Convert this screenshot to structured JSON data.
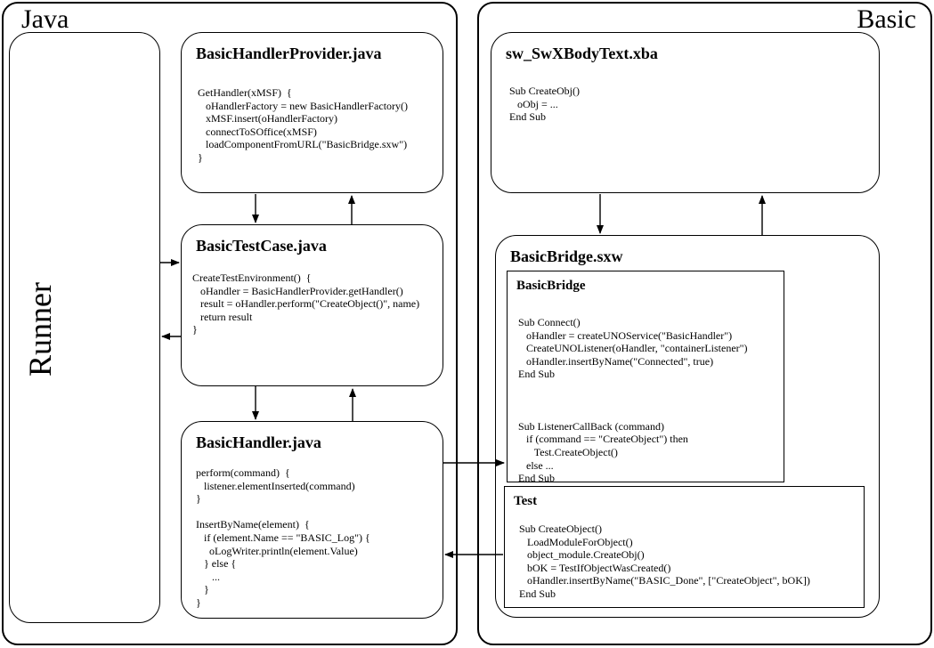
{
  "groups": {
    "java": {
      "label": "Java"
    },
    "basic": {
      "label": "Basic"
    }
  },
  "runner": {
    "label": "Runner"
  },
  "boxes": {
    "provider": {
      "title": "BasicHandlerProvider.java",
      "code": "GetHandler(xMSF)  {\n   oHandlerFactory = new BasicHandlerFactory()\n   xMSF.insert(oHandlerFactory)\n   connectToSOffice(xMSF)\n   loadComponentFromURL(\"BasicBridge.sxw\")\n}"
    },
    "testcase": {
      "title": "BasicTestCase.java",
      "code": "CreateTestEnvironment()  {\n   oHandler = BasicHandlerProvider.getHandler()\n   result = oHandler.perform(\"CreateObject()\", name)\n   return result\n}"
    },
    "handler": {
      "title": "BasicHandler.java",
      "code": "perform(command)  {\n   listener.elementInserted(command)\n}\n\nInsertByName(element)  {\n   if (element.Name == \"BASIC_Log\") {\n     oLogWriter.println(element.Value)\n   } else {\n      ...\n   }\n}"
    },
    "xba": {
      "title": "sw_SwXBodyText.xba",
      "code": "Sub CreateObj()\n   oObj = ...\nEnd Sub"
    },
    "sxw": {
      "title": "BasicBridge.sxw"
    },
    "bridge_module": {
      "title": "BasicBridge",
      "code": "Sub Connect()\n   oHandler = createUNOService(\"BasicHandler\")\n   CreateUNOListener(oHandler, \"containerListener\")\n   oHandler.insertByName(\"Connected\", true)\nEnd Sub\n\n\n\nSub ListenerCallBack (command)\n   if (command == \"CreateObject\") then\n      Test.CreateObject()\n   else ...\nEnd Sub"
    },
    "test_module": {
      "title": "Test",
      "code": "Sub CreateObject()\n   LoadModuleForObject()\n   object_module.CreateObj()\n   bOK = TestIfObjectWasCreated()\n   oHandler.insertByName(\"BASIC_Done\", [\"CreateObject\", bOK])\nEnd Sub"
    }
  },
  "colors": {
    "line": "#000000",
    "background": "#ffffff"
  }
}
